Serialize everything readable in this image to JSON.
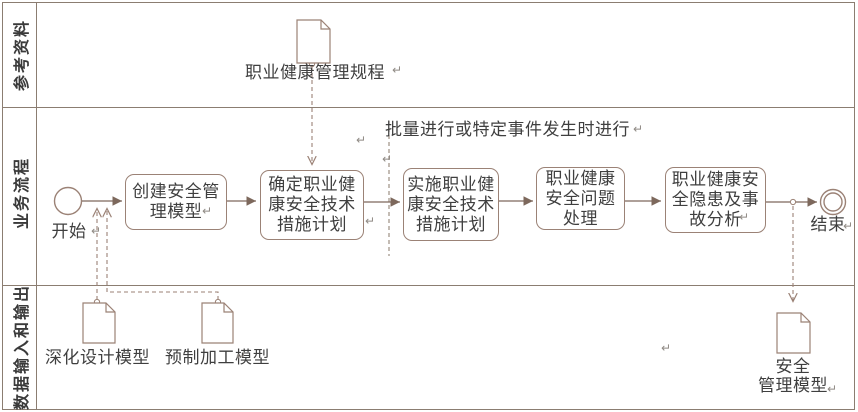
{
  "lanes": [
    {
      "label": "参考资料"
    },
    {
      "label": "业务流程"
    },
    {
      "label": "数据输入和输出"
    }
  ],
  "process": {
    "start_label": "开始",
    "end_label": "结束",
    "group_note": "批量进行或特定事件发生时进行",
    "tasks": [
      {
        "label": "创建安全管\n理模型"
      },
      {
        "label": "确定职业健\n康安全技术\n措施计划"
      },
      {
        "label": "实施职业健\n康安全技术\n措施计划"
      },
      {
        "label": "职业健康\n安全问题\n处理"
      },
      {
        "label": "职业健康安\n全隐患及事\n故分析"
      }
    ]
  },
  "documents": [
    {
      "label": "职业健康管理规程"
    },
    {
      "label": "深化设计模型"
    },
    {
      "label": "预制加工模型"
    },
    {
      "label": "安全\n管理模型"
    }
  ],
  "marks": {
    "return_symbol": "↵"
  },
  "colors": {
    "shape_stroke": "#9b8276",
    "arrow_fill": "#7d685c",
    "table_border": "#8b7d71",
    "text": "#3f3f3f",
    "spellcheck_squiggle": "#3a66c8",
    "formatting_mark": "#8f8a84"
  }
}
